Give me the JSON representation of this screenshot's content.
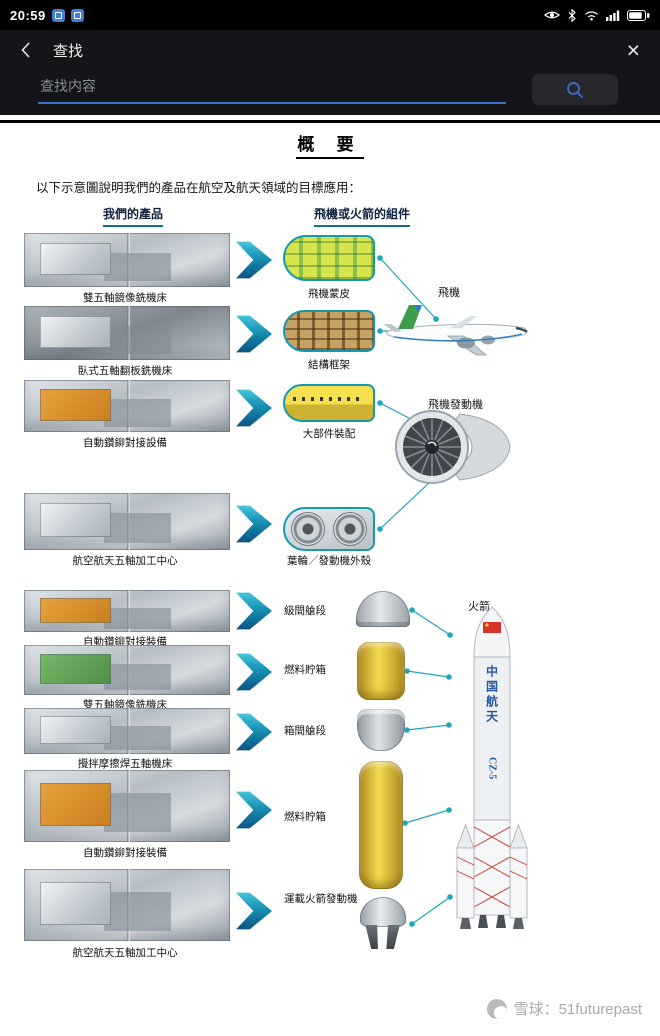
{
  "status_bar": {
    "time": "20:59"
  },
  "find_bar": {
    "title": "查找"
  },
  "search": {
    "placeholder": "查找内容"
  },
  "document": {
    "heading": "概 要",
    "intro": "以下示意圖說明我們的產品在航空及航天領域的目標應用：",
    "columns": {
      "left": "我們的產品",
      "right": "飛機或火箭的組件"
    },
    "aviation": {
      "rows": [
        {
          "product": "雙五軸鏡像銑機床",
          "component": "飛機蒙皮"
        },
        {
          "product": "臥式五軸翻板銑機床",
          "component": "結構框架"
        },
        {
          "product": "自動鑽鉚對接設備",
          "component": "大部件裝配"
        },
        {
          "product": "航空航天五軸加工中心",
          "component": "葉輪／發動機外殼"
        }
      ],
      "aircraft_label": "飛機",
      "engine_label": "飛機發動機"
    },
    "rocket": {
      "rows": [
        {
          "product": "自動鑽鉚對接裝備",
          "component": "級間艙段"
        },
        {
          "product": "雙五軸鏡像銑機床",
          "component": "燃料貯箱"
        },
        {
          "product": "攪拌摩擦焊五軸機床",
          "component": "箱間艙段"
        },
        {
          "product": "自動鑽鉚對接裝備",
          "component": "燃料貯箱"
        },
        {
          "product": "航空航天五軸加工中心",
          "component": "運載火箭發動機"
        }
      ],
      "rocket_label": "火箭",
      "rocket_body_text": "中国航天",
      "rocket_model": "CZ-5"
    }
  },
  "footer": {
    "watermark": "雪球：51futurepast"
  },
  "colors": {
    "accent_blue": "#3e6ed0",
    "arrow_teal": "#1790b4",
    "tank_yellow": "#f4d94f",
    "flag_red": "#d6342a"
  }
}
